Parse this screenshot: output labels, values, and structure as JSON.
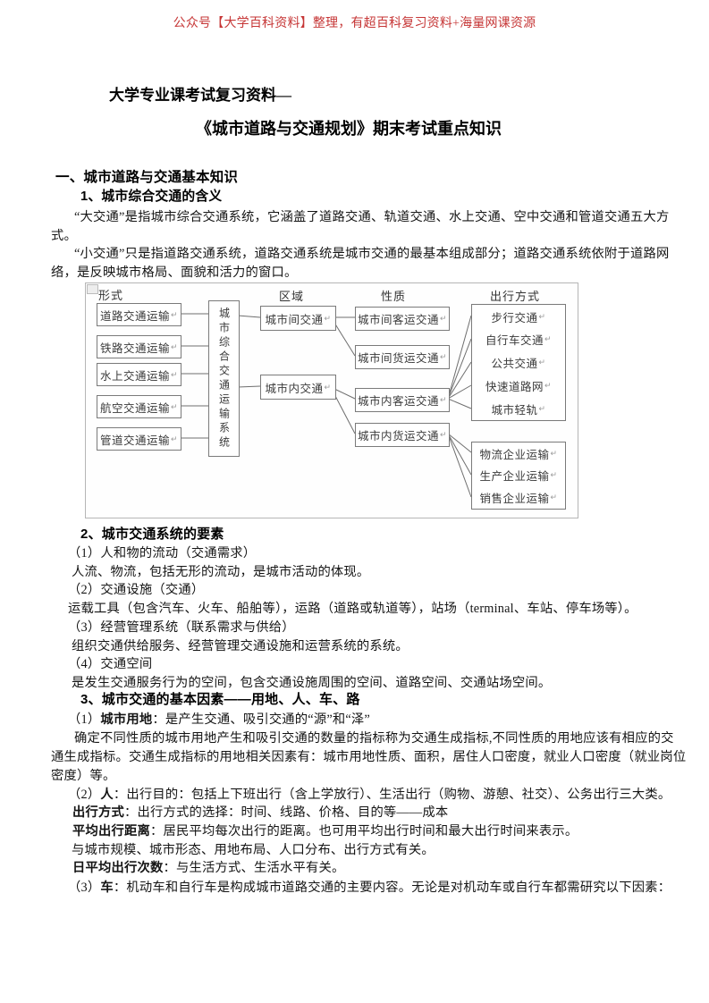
{
  "header": {
    "text": "公众号【大学百科资料】整理，有超百科复习资料+海量网课资源"
  },
  "titles": {
    "line1": "大学专业课考试复习资料—",
    "line2": "《城市道路与交通规划》期末考试重点知识"
  },
  "sec1": {
    "heading": "一、城市道路与交通基本知识",
    "sub1": "1、城市综合交通的含义",
    "p1a": "“大交通”是指城市综合交通系统，它涵盖了道路交通、轨道交通、水上交通、空中交通和管道交通五大方",
    "p1b": "式。",
    "p2a": "“小交通”只是指道路交通系统，道路交通系统是城市交通的最基本组成部分；道路交通系统依附于道路网",
    "p2b": "络，是反映城市格局、面貌和活力的窗口。"
  },
  "diagram": {
    "headers": [
      "形式",
      "区域",
      "性质",
      "出行方式"
    ],
    "form": [
      "道路交通运输",
      "铁路交通运输",
      "水上交通运输",
      "航空交通运输",
      "管道交通运输"
    ],
    "center": "城市综合交通运输系统",
    "region": [
      "城市间交通",
      "城市内交通"
    ],
    "nature": [
      "城市间客运交通",
      "城市间货运交通",
      "城市内客运交通",
      "城市内货运交通"
    ],
    "modes": [
      "步行交通",
      "自行车交通",
      "公共交通",
      "快速道路网",
      "城市轻轨"
    ],
    "freight": [
      "物流企业运输",
      "生产企业运输",
      "销售企业运输"
    ]
  },
  "sec2": {
    "heading": "2、城市交通系统的要素",
    "i1": "（1）人和物的流动（交通需求）",
    "i1d": "人流、物流，包括无形的流动，是城市活动的体现。",
    "i2": "（2）交通设施（交通）",
    "i2d": "运载工具（包含汽车、火车、船舶等），运路（道路或轨道等），站场（terminal、车站、停车场等）。",
    "i3": "（3）经营管理系统（联系需求与供给）",
    "i3d": "组织交通供给服务、经营管理交通设施和运营系统的系统。",
    "i4": "（4）交通空间",
    "i4d": "是发生交通服务行为的空间，包含交通设施周围的空间、道路空间、交通站场空间。"
  },
  "sec3": {
    "heading": "3、城市交通的基本因素——用地、人、车、路",
    "land_pre": "（1）",
    "land_bold": "城市用地",
    "land_post": "：是产生交通、吸引交通的“源”和“泽”",
    "land_d1": "确定不同性质的城市用地产生和吸引交通的数量的指标称为交通生成指标,不同性质的用地应该有相应的交",
    "land_d2": "通生成指标。交通生成指标的用地相关因素有：城市用地性质、面积，居住人口密度，就业人口密度（就业岗位",
    "land_d3": "密度）等。",
    "people_pre": "（2）",
    "people_bold": "人",
    "people_post": "：出行目的：包括上下班出行（含上学放行）、生活出行（购物、游憩、社交）、公务出行三大类。",
    "mode_bold": "出行方式",
    "mode_post": "：出行方式的选择：时间、线路、价格、目的等——成本",
    "dist_bold": "平均出行距离",
    "dist_post": "：居民平均每次出行的距离。也可用平均出行时间和最大出行时间来表示。",
    "dist_d": "与城市规模、城市形态、用地布局、人口分布、出行方式有关。",
    "freq_bold": "日平均出行次数",
    "freq_post": "：与生活方式、生活水平有关。",
    "veh_pre": "（3）",
    "veh_bold": "车",
    "veh_post": "：机动车和自行车是构成城市道路交通的主要内容。无论是对机动车或自行车都需研究以下因素："
  }
}
